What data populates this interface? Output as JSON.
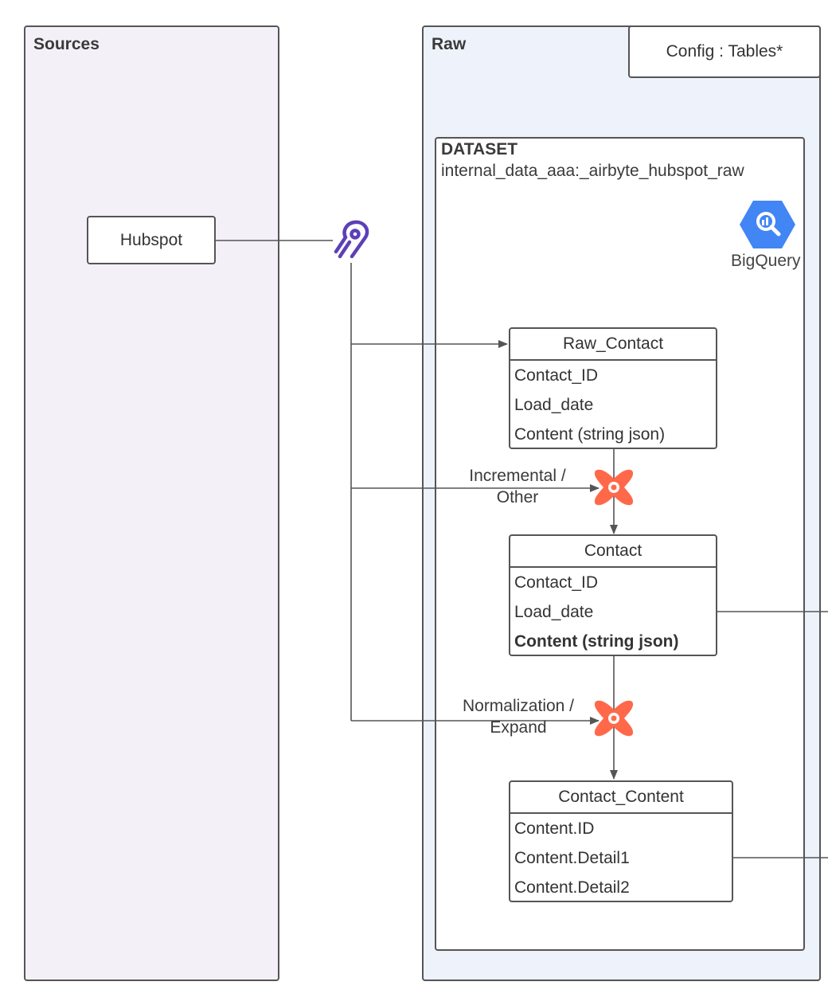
{
  "lanes": {
    "sources": {
      "title": "Sources"
    },
    "raw": {
      "title": "Raw"
    }
  },
  "config": {
    "label": "Config : Tables*"
  },
  "dataset": {
    "title": "DATASET",
    "name": "internal_data_aaa:_airbyte_hubspot_raw"
  },
  "source_node": {
    "label": "Hubspot"
  },
  "bigquery": {
    "label": "BigQuery",
    "icon": "bigquery-icon",
    "color": "#4285f4"
  },
  "connector": {
    "icon": "airbyte-icon",
    "color": "#5c3fb8"
  },
  "transforms": {
    "icon": "dbt-icon",
    "color": "#ff694a",
    "incremental": {
      "line1": "Incremental /",
      "line2": "Other"
    },
    "normalization": {
      "line1": "Normalization /",
      "line2": "Expand"
    }
  },
  "tables": {
    "raw_contact": {
      "title": "Raw_Contact",
      "fields": [
        "Contact_ID",
        "Load_date",
        "Content (string json)"
      ]
    },
    "contact": {
      "title": "Contact",
      "fields": [
        "Contact_ID",
        "Load_date",
        "Content (string json)"
      ]
    },
    "contact_content": {
      "title": "Contact_Content",
      "fields": [
        "Content.ID",
        "Content.Detail1",
        "Content.Detail2"
      ]
    }
  }
}
